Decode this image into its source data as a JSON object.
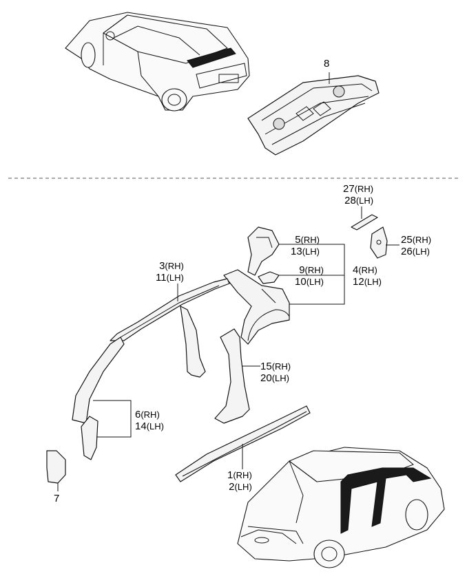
{
  "callouts": [
    {
      "id": "c8",
      "lines": [
        {
          "num": "8",
          "side": ""
        }
      ]
    },
    {
      "id": "c27",
      "lines": [
        {
          "num": "27",
          "side": "(RH)"
        },
        {
          "num": "28",
          "side": "(LH)"
        }
      ]
    },
    {
      "id": "c25",
      "lines": [
        {
          "num": "25",
          "side": "(RH)"
        },
        {
          "num": "26",
          "side": "(LH)"
        }
      ]
    },
    {
      "id": "c5",
      "lines": [
        {
          "num": "5",
          "side": "(RH)"
        },
        {
          "num": "13",
          "side": "(LH)"
        }
      ]
    },
    {
      "id": "c9",
      "lines": [
        {
          "num": "9",
          "side": "(RH)"
        },
        {
          "num": "10",
          "side": "(LH)"
        }
      ]
    },
    {
      "id": "c4",
      "lines": [
        {
          "num": "4",
          "side": "(RH)"
        },
        {
          "num": "12",
          "side": "(LH)"
        }
      ]
    },
    {
      "id": "c3",
      "lines": [
        {
          "num": "3",
          "side": "(RH)"
        },
        {
          "num": "11",
          "side": "(LH)"
        }
      ]
    },
    {
      "id": "c15",
      "lines": [
        {
          "num": "15",
          "side": "(RH)"
        },
        {
          "num": "20",
          "side": "(LH)"
        }
      ]
    },
    {
      "id": "c6",
      "lines": [
        {
          "num": "6",
          "side": "(RH)"
        },
        {
          "num": "14",
          "side": "(LH)"
        }
      ]
    },
    {
      "id": "c1",
      "lines": [
        {
          "num": "1",
          "side": "(RH)"
        },
        {
          "num": "2",
          "side": "(LH)"
        }
      ]
    },
    {
      "id": "c7",
      "lines": [
        {
          "num": "7",
          "side": ""
        }
      ]
    }
  ]
}
